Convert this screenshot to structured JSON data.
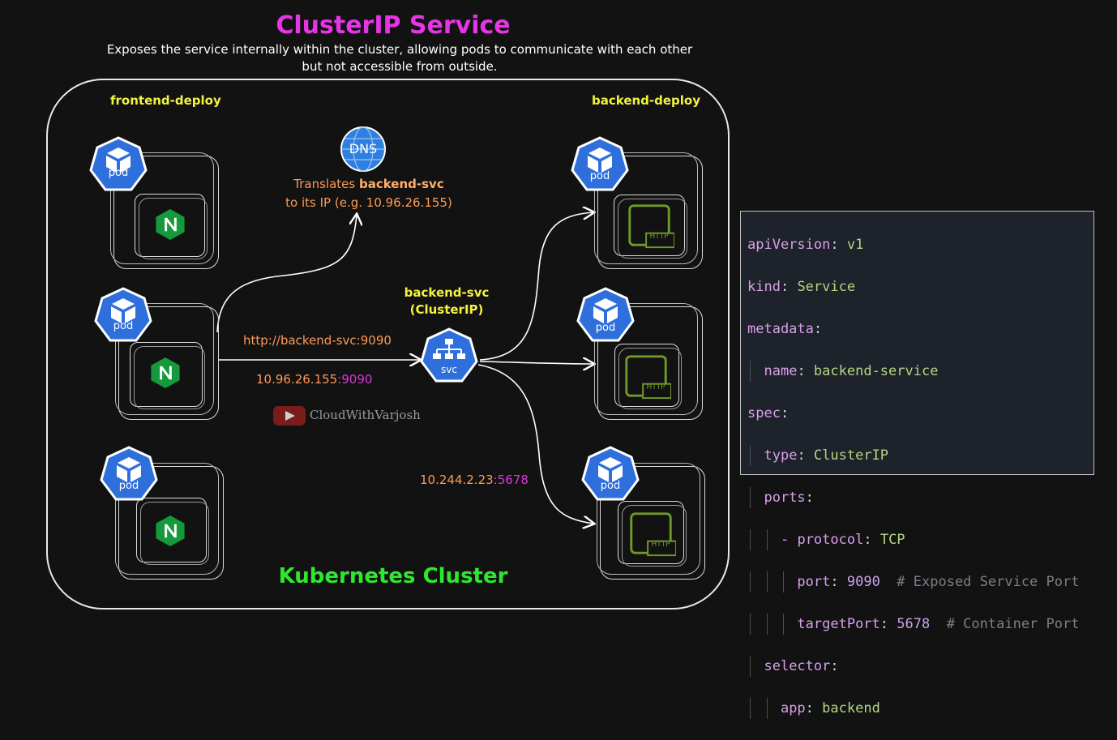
{
  "title": "ClusterIP Service",
  "subtitle": "Exposes the service internally within the cluster, allowing pods to communicate with each other but not accessible from outside.",
  "cluster_label": "Kubernetes Cluster",
  "frontend_label": "frontend-deploy",
  "backend_label": "backend-deploy",
  "pod_label": "pod",
  "svc_icon_label": "svc",
  "dns": {
    "icon_label": "DNS",
    "text_prefix": "Translates ",
    "text_highlight": "backend-svc",
    "text_line2": "to its IP (e.g. 10.96.26.155)"
  },
  "service": {
    "name": "backend-svc",
    "type_label": "(ClusterIP)"
  },
  "urls": {
    "service_url": "http://backend-svc:9090",
    "cluster_ip": "10.96.26.155",
    "cluster_port": ":9090",
    "pod_ip": "10.244.2.23",
    "pod_port": ":5678"
  },
  "watermark": "CloudWithVarjosh",
  "http_label": "HTTP",
  "colors": {
    "title": "#e535e5",
    "cluster_label": "#2ee82e",
    "deploy_label": "#f2f240",
    "k8s_blue": "#2f6fdc",
    "nginx_green": "#149a3c",
    "http_green": "#6e9a2a",
    "orange": "#ff9a55",
    "purple": "#d838d8"
  },
  "code": {
    "l1": {
      "key": "apiVersion",
      "val": "v1"
    },
    "l2": {
      "key": "kind",
      "val": "Service"
    },
    "l3": {
      "key": "metadata"
    },
    "l4": {
      "key": "name",
      "val": "backend-service"
    },
    "l5": {
      "key": "spec"
    },
    "l6": {
      "key": "type",
      "val": "ClusterIP"
    },
    "l7": {
      "key": "ports"
    },
    "l8": {
      "key": "protocol",
      "val": "TCP"
    },
    "l9": {
      "key": "port",
      "val": "9090",
      "comment": "# Exposed Service Port"
    },
    "l10": {
      "key": "targetPort",
      "val": "5678",
      "comment": "# Container Port"
    },
    "l11": {
      "key": "selector"
    },
    "l12": {
      "key": "app",
      "val": "backend"
    }
  }
}
